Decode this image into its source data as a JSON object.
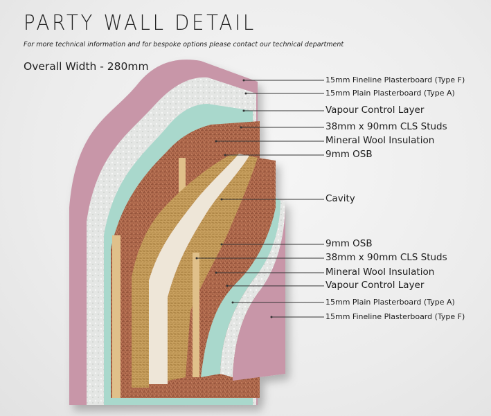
{
  "header": {
    "title": "PARTY WALL DETAIL",
    "subtitle": "For more technical information and for bespoke  options please contact our technical department",
    "overall_width": "Overall Width - 280mm"
  },
  "callouts": [
    {
      "label": "15mm Fineline Plasterboard (Type F)",
      "size": "small"
    },
    {
      "label": "15mm Plain Plasterboard (Type A)",
      "size": "small"
    },
    {
      "label": "Vapour Control Layer",
      "size": "normal"
    },
    {
      "label": "38mm x 90mm CLS Studs",
      "size": "normal"
    },
    {
      "label": "Mineral Wool Insulation",
      "size": "normal"
    },
    {
      "label": "9mm OSB",
      "size": "normal"
    },
    {
      "label": "Cavity",
      "size": "normal"
    },
    {
      "label": "9mm OSB",
      "size": "normal"
    },
    {
      "label": "38mm x 90mm CLS Studs",
      "size": "normal"
    },
    {
      "label": "Mineral Wool Insulation",
      "size": "normal"
    },
    {
      "label": "Vapour Control Layer",
      "size": "normal"
    },
    {
      "label": "15mm Plain Plasterboard (Type A)",
      "size": "small"
    },
    {
      "label": "15mm Fineline Plasterboard (Type F)",
      "size": "small"
    }
  ],
  "colors": {
    "fineline_plasterboard": "#c896a8",
    "plain_plasterboard": "#e6e8e6",
    "vapour_control_layer": "#a9d8cc",
    "mineral_wool": "#b26a4c",
    "osb": "#c9a15e",
    "stud_timber": "#e0c08a",
    "leader_line": "#333333"
  }
}
